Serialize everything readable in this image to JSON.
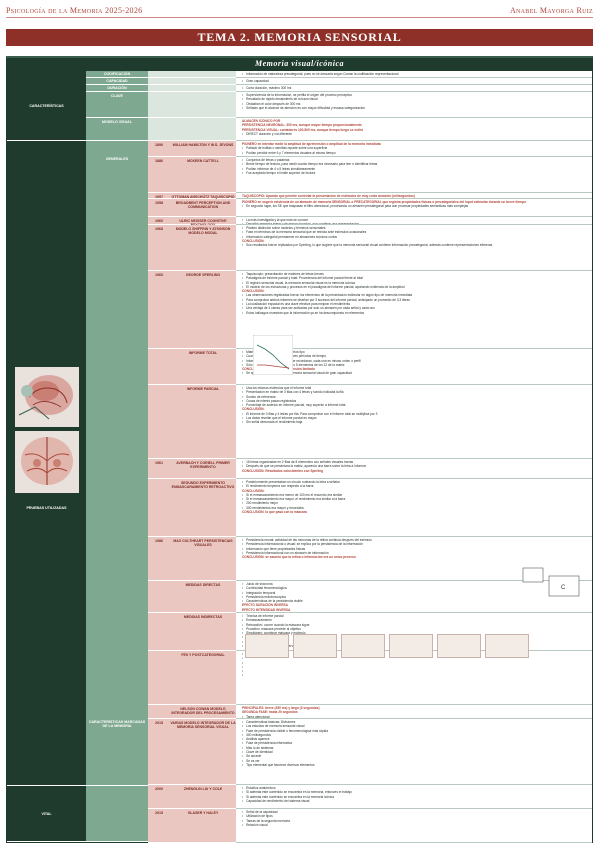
{
  "header": {
    "left": "Psicología de la Memoria 2025-2026",
    "right": "Anabel Mayorga Ruiz"
  },
  "tema_title": "TEMA 2. MEMORIA SENSORIAL",
  "section_title": "Memoria visual/icónica",
  "col1": {
    "caracteristicas": "Características",
    "pruebas": "Pruebas utilizadas",
    "vital": "Vital"
  },
  "col2": {
    "codificacion": "Codificación",
    "capacidad": "Capacidad",
    "duracion": "Duración",
    "clave": "Clave",
    "modelo_visual": "Modelo visual",
    "generales": "Generales",
    "caracteristicas_marcar": "Características marcadas de la memoria"
  },
  "rows": [
    {
      "year": "",
      "author": "",
      "lines": [
        "Información de naturaleza precategorial, pues no se descarta según Cowan la codificación representacional"
      ]
    },
    {
      "year": "",
      "author": "",
      "lines": [
        "Gran capacidad"
      ]
    },
    {
      "year": "",
      "author": "",
      "lines": [
        "Corta duración, máximo 300 ms"
      ]
    },
    {
      "year": "",
      "author": "",
      "lines": [
        "Supervivencia de la información, se perfila el origen del proceso perceptivo",
        "Resultado de rápido decaimiento de la traza visual",
        "Olvidaban el color después de 300 ms",
        "Señalan que el alcance de atención es con mayor dificultad y escasa categorización"
      ]
    },
    {
      "year": "",
      "author": "",
      "lines": [
        "ALMACÉN ICÓNICO POR",
        "PERSISTENCIA NEURONAL: 300 ms, aunque mayor tiempo proporcionalmente",
        "PERSISTENCIA VISUAL: contadores 100-500 ms, aunque tiempo luego se estiró",
        "DIRECT duración y vía diferente"
      ]
    },
    {
      "year": "1890",
      "author": "William Hamilton y W.S. Jevons",
      "lines": [
        "PIONERO en intentar medir la amplitud de aprehensión o amplitud de la memoria inmediata",
        "Pañado de bolitas o semillas reparte sobre una superficie",
        "Podían percibir entre 6 y 7 elementos visuales al mismo tiempo"
      ]
    },
    {
      "year": "1886",
      "author": "Mckeen Cattell",
      "lines": [
        "Conjuntos de letras o palabras",
        "Breve tiempo de lectura, para medir cuanto tiempo era necesario para leer e identificar letras",
        "Podían informar de 4 o 5 letras simultáneamente",
        "Fue aceptado tiempo el límite superior de lectura"
      ]
    },
    {
      "year": "1957",
      "author": "Ottoman Anschütz taquiscopio de Wundt",
      "lines": [
        "TAQUISCOPIO: Aparato que permite controlar la presentación de estímulos de muy corta duración (milisegundos)"
      ]
    },
    {
      "year": "1958",
      "author": "Broadbent perception and communication",
      "lines": [
        "PIONERO en sugerir existencia de un almacén de memoria SENSORIAL o PRECATEGORIAL que registra propiedades físicas o precategoriales del input estimular durante un breve tiempo",
        "En segundo lugar, los SE que traspasan el filtro atencional, procesando un almacén precategorial para aun procesar propiedades semánticas más complejas"
      ]
    },
    {
      "year": "1960",
      "author": "Ulric Neisser cognitive psychology",
      "lines": [
        "La más investigada y la que más se conoce",
        "Describir memoria breve y de menor duración, que contiene una representación"
      ]
    },
    {
      "year": "1968",
      "author": "Modelo Shiffrin y Atkinson modelo modal",
      "lines": [
        "Planteó distinción sobre modelos y términos sensoriales",
        "Fase en términos de la memoria sensorial que se reinicia ante estímulos ocasionales",
        "Información categorial permanece en almacenes icónicos cortos",
        "CONCLUSIÓN:",
        "Sus resultados fueron replicados por Sperling, lo que sugiere que la memoria sensorial visual contiene información precategorial, además contiene representaciones efímeras"
      ]
    },
    {
      "year": "1960",
      "author": "George Sperling",
      "lines": [
        "Taquiscopio: presentación de matrices de letras breves",
        "Paradigma de informe parcial y total: Procedencia del informe parcial frente al total",
        "El registro sensorial visual, la memoria sensorial visual es la memoria icónica",
        "El modelo de los estructuras y procesos en el paradigma del informe parcial, aportando evidencia de la amplitud",
        "CONCLUSIÓN:",
        "Las observaciones registradas fueron los elementos de la presentación estimular en algún tipo de memoria inmediata",
        "Para comprobar ambos informes se diseñan por 3 sucesos del informe parcial, anticipado un promedio de 3,3 letras",
        "La localización espacial es una clave efectiva para mejorar el rendimiento",
        "Una ventaja de 4 claves para ser activadas por solo un almacén por cada señal y cada uno",
        "Estos hallazgos muestran que la información ya se ha descompuesto en elementos"
      ]
    },
    {
      "year": "",
      "author": "Informe total",
      "lines": [
        "Matrices de entre 3 y 12 ítems cortos tipo",
        "Cuan: 50 a 500 milisegundos breves períodos de tiempo",
        "Informar sobre todas las letras que recordaran, cada una en mismo orden o perfil",
        "Sólo eran capaces de recordar 4 o 5 elementos de los 12 de la matriz",
        "CONCLUSIÓN: el lapso de aprehensión limitado",
        "Se apoyó la existencia de una memoria sensorial visual de gran capacidad"
      ]
    },
    {
      "year": "",
      "author": "Informe parcial",
      "lines": [
        "Usa los mismos estímulos que el informe total",
        "Presentación en matriz de 3 filas con 4 letras y sonido indicaba la fila",
        "Sonido de referencia",
        "Cosas de interés pasan registrados",
        "Porcentaje de aciertos en informe parcial, muy superior a informe total",
        "CONCLUSIÓN:",
        "El informe de 3 filas y 4 letras por fila. Para comprobar con el informe total se multiplica por 3",
        "Los datos revelan que el informe parcial es mayor",
        "Sin señal demorada el rendimiento baja"
      ]
    },
    {
      "year": "1961",
      "author": "Averbach y Coriell primer experimento",
      "lines": [
        "16 letras organizadas en 2 filas de 8 elementos con señales visuales barras",
        "Después de que se presentara la matriz, aparecía una barra sobre la letra a informar",
        "CONCLUSIÓN: Resultados coincidentes con Sperling"
      ]
    },
    {
      "year": "",
      "author": "Segundo experimento enmascaramiento retroactivo",
      "lines": [
        "Posteriormente presentaban un círculo rodeando la letra a señalar",
        "El rendimiento empeora con respecto a la barra",
        "CONCLUSIÓN:",
        "Si el enmascaramiento era menor de 100 ms el recuerdo era similar",
        "Si el enmascaramiento era mayor, el rendimiento era similar a la barra",
        "200 rendimiento mejor",
        "300 rendimientos era mayor y recordaba",
        "CONCLUSIÓN: lo que pasa con la máscara"
      ]
    },
    {
      "year": "1986",
      "author": "Max Coltheart persistencias visuales",
      "lines": [
        "Persistencia neural: actividad de las neuronas de la retina continúa después del estímulo",
        "Persistencia informacional o visual: se explica por la persistencia de la información",
        "Información que tiene propiedades físicas",
        "Persistencia informacional con un almacén de información",
        "CONCLUSIÓN: se asumió que la retina o información era un único proceso"
      ]
    },
    {
      "year": "",
      "author": "Medidas directas",
      "lines": [
        "Juicio de sincronía",
        "Continuidad fenomenológica",
        "Integración temporal",
        "Persistencia estroboscópica",
        "Características de la persistencia visible",
        "EFECTO DURACIÓN INVERSA",
        "EFECTO INTENSIDAD INVERSA",
        "Ésta es una característica de la persistencia visible"
      ]
    },
    {
      "year": "",
      "author": "Medidas indirectas",
      "lines": [
        "Técnica de informe parcial",
        "Enmascaramiento",
        "Retroactivo: ocurre cuando la máscara sigue",
        "Proactivo: máscara precede al objetivo",
        "Simultáneo: combinar máscara y estímulo",
        "Deterioro de la imagen",
        "Enmascaramiento por ruido",
        "Manipulación que permite observar los resultados"
      ]
    },
    {
      "year": "",
      "author": "FES y postcategorial",
      "lines": [
        "",
        "",
        "",
        "",
        "",
        ""
      ]
    },
    {
      "year": "",
      "author": "Nelson Cowan modelo integrador del procesamiento",
      "lines": [
        "PRINCIPALES: breve (250 ms) y largo (3 segundos)",
        "SEGUNDA FASE: hasta 20 segundos",
        "Tarea atencional",
        "Persistencia cambiante",
        "Contenidos sensoriales",
        "Visual mayor intensidad que los 20 ms",
        "Similitudes con los resultados de Coltheart"
      ]
    },
    {
      "year": "2015",
      "author": "Varias modelo integrador de la memoria sensorial visual",
      "lines": [
        "Características básicas: Divisiones",
        "Los estudios de memoria sensorial visual",
        "Fase de persistencia visible o fenomenológica más rápida",
        "300 milisegundos",
        "Análisis aparece",
        "Fase de persistencia informativa",
        "Más lo de sistemas",
        "Clave de identidad",
        "Se accede",
        "Se va ver",
        "Tipo elemental que favorece diversos elementos"
      ]
    },
    {
      "year": "2000",
      "author": "Zhenglin Liu y Cole",
      "lines": [
        "Estudios anatómicos",
        "Si además este contenido se encuentra en la memoria, entonces el trabajo",
        "Si además este contenido se encuentra en la memoria icónica",
        "Capacidad de rendimiento del sistema visual"
      ]
    },
    {
      "year": "2015",
      "author": "Glaser y Haley",
      "lines": [
        "Señal de la capacidad",
        "Utilización de tipos",
        "Tareas de la segunda memoria",
        "Relación visual"
      ]
    }
  ]
}
